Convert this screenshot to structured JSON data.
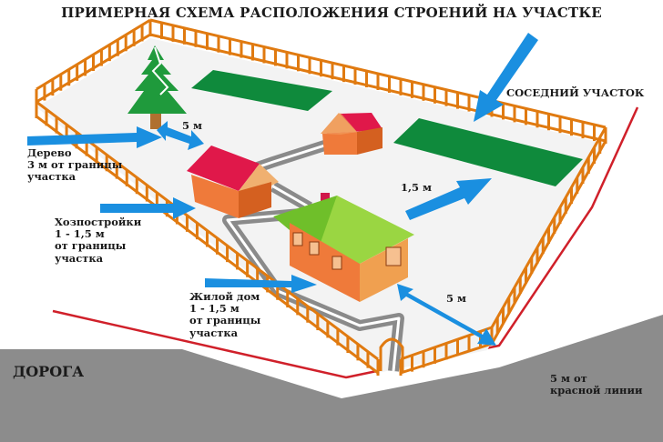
{
  "title": "ПРИМЕРНАЯ СХЕМА РАСПОЛОЖЕНИЯ СТРОЕНИЙ НА УЧАСТКЕ",
  "labels": {
    "neighbor": "СОСЕДНИЙ УЧАСТОК",
    "tree_line1": "Дерево",
    "tree_line2": "3 м от границы",
    "tree_line3": "участка",
    "outbuildings_line1": "Хозпостройки",
    "outbuildings_line2": "1 - 1,5 м",
    "outbuildings_line3": "от границы",
    "outbuildings_line4": "участка",
    "house_line1": "Жилой дом",
    "house_line2": "1 - 1,5 м",
    "house_line3": "от границы",
    "house_line4": "участка",
    "dist_tree_shed": "5 м",
    "dist_house_neighbor": "1,5 м",
    "dist_house_gate": "5 м",
    "road": "ДОРОГА",
    "red_line_1": "5 м от",
    "red_line_2": "красной линии"
  },
  "colors": {
    "fence": "#e07a10",
    "ground": "#f3f3f3",
    "garden": "#0f8a3c",
    "arrow": "#1a8fe0",
    "road": "#8c8c8c",
    "path": "#8a8a8a",
    "red_line": "#d0202a",
    "roof_red": "#e0184a",
    "roof_green": "#8dd13a",
    "wall": "#ef7a3a",
    "tree": "#1f9a3c"
  },
  "icons": [
    "tree-icon",
    "house-icon",
    "shed-icon",
    "gate-icon"
  ]
}
